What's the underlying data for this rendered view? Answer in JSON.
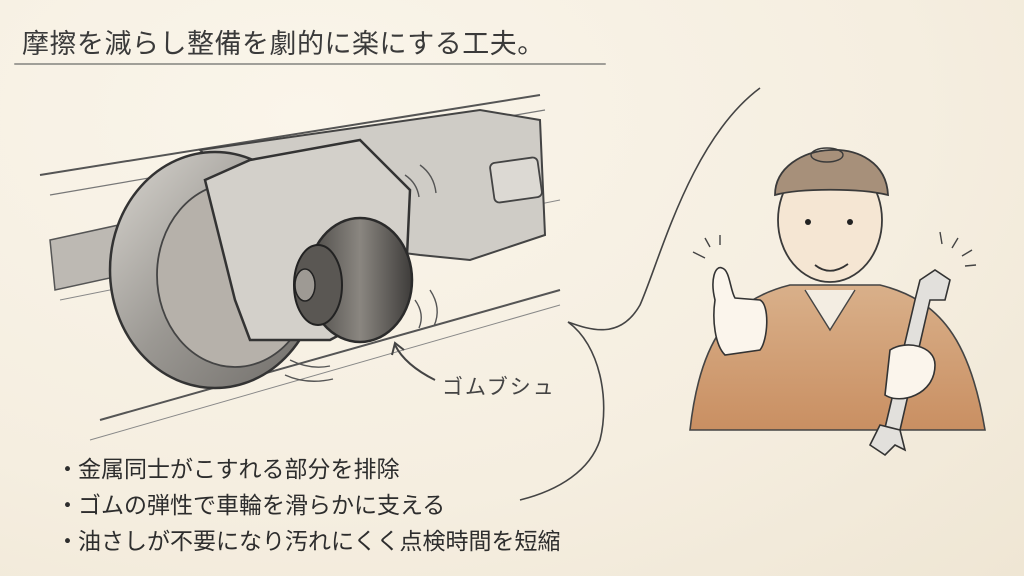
{
  "slide": {
    "title": "摩擦を減らし整備を劇的に楽にする工夫。",
    "background_color": "#f7f1e4"
  },
  "illustration": {
    "wheel_assembly": {
      "description": "pencil sketch of railway wheel, axle box and rubber bushing on rail",
      "callout_label": "ゴムブシュ",
      "callout_icon": "curved-arrow-icon"
    },
    "mechanic": {
      "description": "smiling mechanic in cap and work uniform giving thumbs-up, holding wrench",
      "icons": [
        "thumbs-up-icon",
        "wrench-icon",
        "cap-icon"
      ]
    },
    "speech_bubble": "speech-bubble-outline"
  },
  "bullets": [
    {
      "marker": "・",
      "text": "金属同士がこすれる部分を排除"
    },
    {
      "marker": "・",
      "text": "ゴムの弾性で車輪を滑らかに支える"
    },
    {
      "marker": "・",
      "text": "油さしが不要になり汚れにくく点検時間を短縮"
    }
  ]
}
